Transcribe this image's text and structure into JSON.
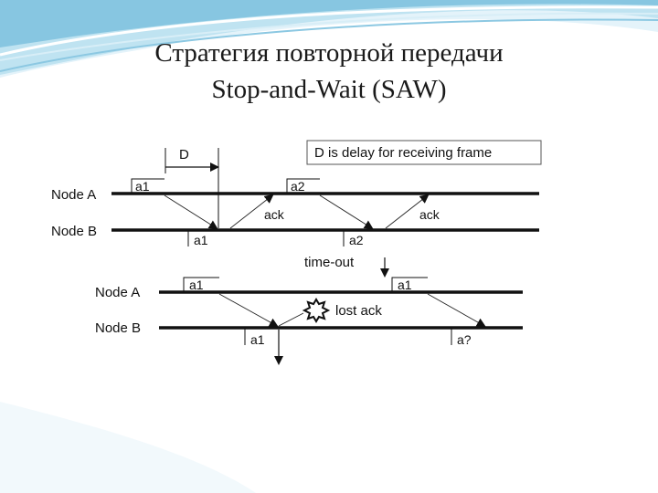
{
  "slide": {
    "title_line1": "Стратегия повторной передачи",
    "title_line2": "Stop-and-Wait (SAW)"
  },
  "diagram_top": {
    "delay_marker": "D",
    "legend": "D is delay for receiving frame",
    "node_a": "Node A",
    "node_b": "Node B",
    "frames_a": [
      "a1",
      "a2"
    ],
    "frames_b": [
      "a1",
      "a2"
    ],
    "ack_labels": [
      "ack",
      "ack"
    ]
  },
  "diagram_bottom": {
    "timeout": "time-out",
    "node_a": "Node A",
    "node_b": "Node B",
    "frames_a": [
      "a1",
      "a1"
    ],
    "frames_b": [
      "a1",
      "a?"
    ],
    "lost_ack": "lost ack"
  },
  "colors": {
    "wave_light": "#bfe3f1",
    "wave_mid": "#8cc8e2",
    "wave_dark": "#5aaed3",
    "line": "#111111"
  }
}
